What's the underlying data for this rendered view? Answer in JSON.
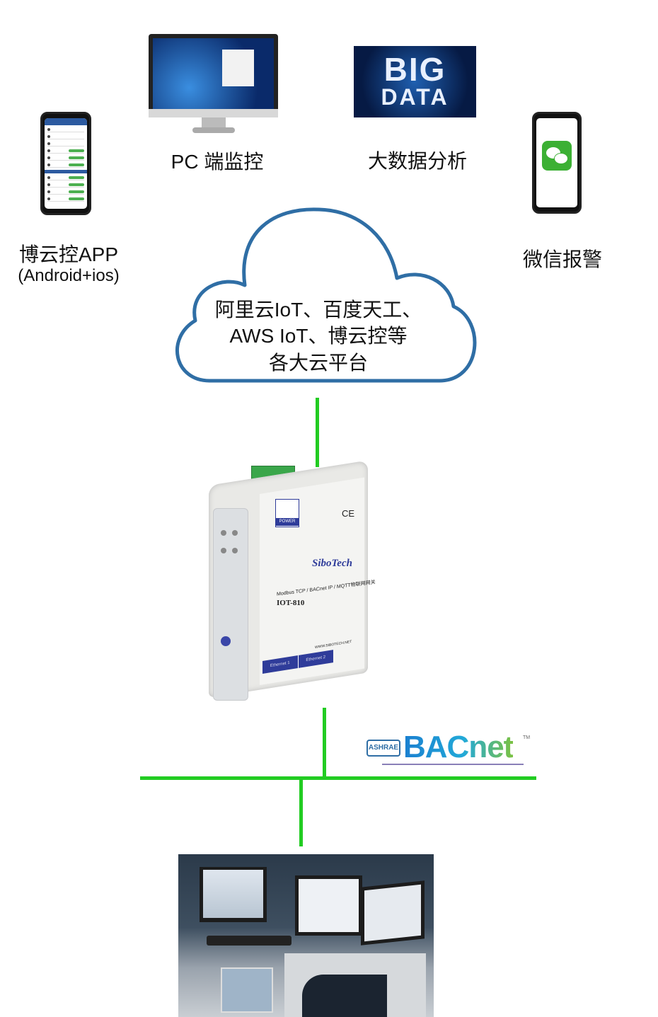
{
  "labels": {
    "app_title": "博云控APP",
    "app_sub": "(Android+ios)",
    "pc": "PC 端监控",
    "bigdata": "大数据分析",
    "wechat": "微信报警"
  },
  "bigdata_image": {
    "line1": "BIG",
    "line2": "DATA"
  },
  "cloud": {
    "line1": "阿里云IoT、百度天工、",
    "line2": "AWS IoT、博云控等",
    "line3": "各大云平台"
  },
  "device": {
    "brand": "SiboTech",
    "description": "Modbus TCP / BACnet IP / MQTT物联网网关",
    "model": "IOT-810",
    "power": "POWER",
    "ce": "CE",
    "eth1": "Ethernet 1",
    "eth2": "Ethernet 2",
    "website": "WWW.SIBOTECH.NET"
  },
  "bacnet": {
    "ashrae": "ASHRAE",
    "name": "BACnet",
    "tm": "TM"
  },
  "colors": {
    "line": "#22cc22",
    "cloud": "#2f6ea5",
    "bacnet_blue": "#1a7fd0",
    "bacnet_green": "#7cc242"
  }
}
